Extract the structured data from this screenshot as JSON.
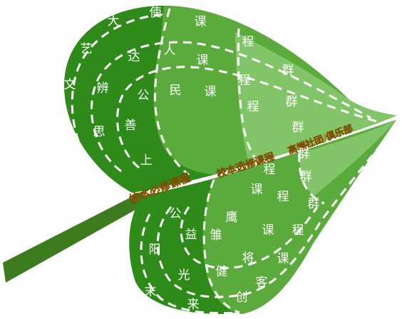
{
  "colors": {
    "dark_green": "#2e8b1a",
    "mid_green": "#5aaa3c",
    "light_green": "#82c468",
    "stem": "#3d7c1e",
    "band_text": "#f39800",
    "dash": "#ffffff"
  },
  "band_labels": {
    "required": "校本必修课程",
    "elective": "校本选修课程",
    "clubs": "高端社团/俱乐部"
  },
  "upper_leaf": {
    "chars": [
      "大",
      "使",
      "课",
      "艺",
      "达",
      "人",
      "课",
      "程",
      "文",
      "辨",
      "公",
      "民",
      "课",
      "程",
      "群",
      "程",
      "群",
      "思",
      "善",
      "群",
      "上"
    ]
  },
  "lower_leaf": {
    "chars": [
      "群",
      "程",
      "群",
      "课",
      "程",
      "群",
      "公",
      "鹰",
      "课",
      "程",
      "益",
      "雏",
      "阳",
      "将",
      "课",
      "光",
      "健",
      "末",
      "客",
      "来",
      "创"
    ]
  }
}
